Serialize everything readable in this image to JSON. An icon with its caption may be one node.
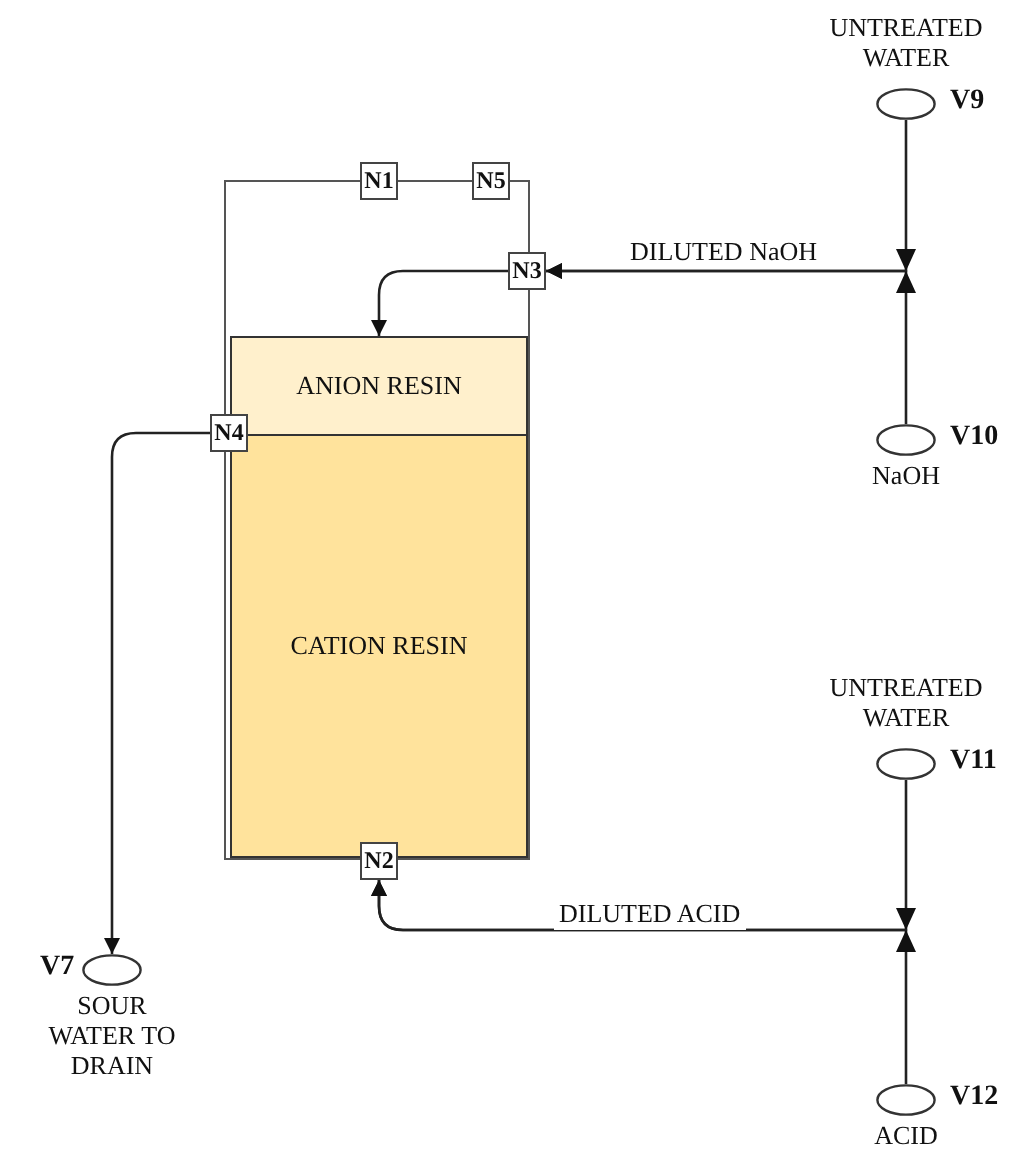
{
  "diagram": {
    "nodes": [
      {
        "text": [],
        "shape": "box"
      },
      {
        "text": [
          "N1"
        ]
      },
      {
        "text": [
          "N5"
        ]
      },
      {
        "text": [
          "N3"
        ]
      },
      {
        "text": [
          "ANION RESIN"
        ],
        "in": 0
      },
      {
        "text": [
          "N4"
        ]
      },
      {
        "text": [
          "CATION RESIN"
        ],
        "in": 0
      },
      {
        "text": [
          "N2"
        ]
      },
      {
        "text": [
          "V9"
        ],
        "beside": [
          "UNTREATED WATER"
        ]
      },
      {
        "text": [
          "V10"
        ],
        "beside": [
          "NaOH"
        ]
      },
      {
        "text": [
          "V11"
        ],
        "beside": [
          "UNTREATED WATER"
        ]
      },
      {
        "text": [
          "V12"
        ],
        "beside": [
          "ACID"
        ]
      },
      {
        "text": [
          "V7"
        ],
        "beside": [
          "SOUR WATER TO DRAIN"
        ]
      }
    ],
    "edges": [
      {
        "from": 8,
        "to": 3,
        "arrow": "to",
        "label": "DILUTED NaOH"
      },
      {
        "from": 9,
        "to": 3,
        "arrow": "to"
      },
      {
        "from": 10,
        "to": 7,
        "arrow": "to",
        "label": "DILUTED ACID"
      },
      {
        "from": 11,
        "to": 7,
        "arrow": "to"
      },
      {
        "from": 5,
        "to": 12,
        "arrow": "to"
      },
      {
        "from": 3,
        "to": 4,
        "arrow": "to"
      }
    ]
  }
}
